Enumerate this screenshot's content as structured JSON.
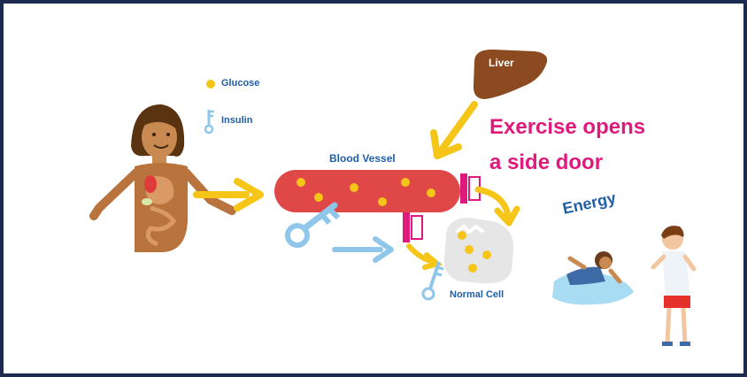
{
  "legend": {
    "glucose_label": "Glucose",
    "insulin_label": "Insulin"
  },
  "labels": {
    "blood_vessel": "Blood Vessel",
    "liver": "Liver",
    "normal_cell": "Normal Cell",
    "energy": "Energy"
  },
  "headline": {
    "line1": "Exercise opens",
    "line2": "a side door"
  },
  "colors": {
    "frame": "#1c2b4f",
    "glucose": "#f5c518",
    "vessel": "#e04848",
    "arrow": "#f5c518",
    "arrow_blue": "#8fc6ea",
    "headline": "#e0197d",
    "label_blue": "#1f5fa8",
    "liver": "#8b4a1f",
    "door": "#e0197d",
    "skin": "#b9733c"
  }
}
